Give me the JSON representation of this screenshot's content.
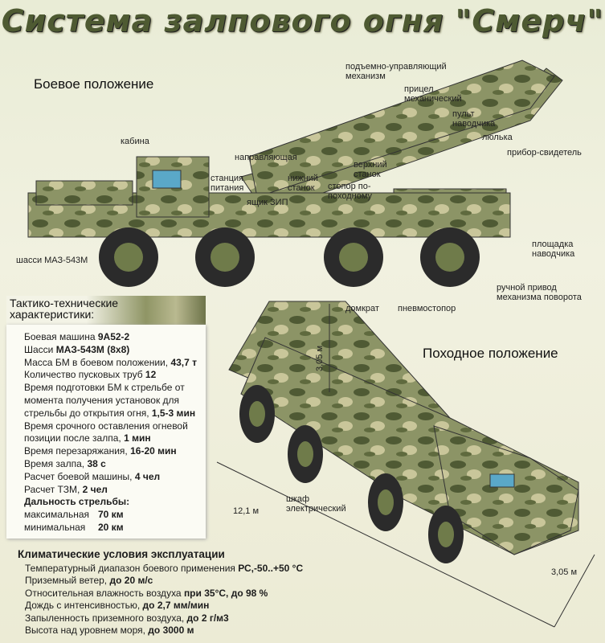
{
  "title": "Система залпового огня \"Смерч\"",
  "combat_position": "Боевое положение",
  "march_position": "Походное положение",
  "labels": {
    "cabin": "кабина",
    "guide": "направляющая",
    "power_station": "станция питания",
    "lower_mount": "нижний станок",
    "spare_box": "ящик ЗИП",
    "travel_lock": "стопор по-походному",
    "elevating": "подъемно-управляющий механизм",
    "sight": "прицел механический",
    "gunner_panel": "пульт наводчика",
    "cradle": "люлька",
    "witness": "прибор-свидетель",
    "upper_mount": "верхний станок",
    "gunner_platform": "площадка наводчика",
    "manual_drive": "ручной привод механизма поворота",
    "jack": "домкрат",
    "pneumatic_lock": "пневмостопор",
    "chassis": "шасси МАЗ-543М",
    "electric_cabinet": "шкаф электрический",
    "height": "3,05 м",
    "length": "12,1 м",
    "width": "3,05 м"
  },
  "specs": {
    "heading": "Тактико-технические характеристики:",
    "items": [
      {
        "label": "Боевая машина ",
        "value": "9А52-2"
      },
      {
        "label": "Шасси ",
        "value": "МАЗ-543М (8х8)"
      },
      {
        "label": "Масса БМ в боевом положении, ",
        "value": "43,7 т"
      },
      {
        "label": "Количество пусковых труб ",
        "value": "12"
      },
      {
        "label": "Время подготовки БМ к стрельбе от момента получения установок для стрельбы до открытия огня, ",
        "value": "1,5-3 мин"
      },
      {
        "label": "Время срочного оставления огневой позиции после залпа, ",
        "value": "1 мин"
      },
      {
        "label": "Время перезаряжания, ",
        "value": "16-20 мин"
      },
      {
        "label": "Время залпа, ",
        "value": "38 с"
      },
      {
        "label": "Расчет боевой машины, ",
        "value": "4 чел"
      },
      {
        "label": "Расчет ТЗМ, ",
        "value": "2 чел"
      }
    ],
    "range_heading": "Дальность стрельбы:",
    "range": [
      {
        "label": "максимальная",
        "value": "70 км"
      },
      {
        "label": "минимальная",
        "value": "20 км"
      }
    ]
  },
  "climate": {
    "heading": "Климатические условия эксплуатации",
    "items": [
      {
        "label": "Температурный диапазон боевого применения ",
        "value": "РС,-50..+50 °С"
      },
      {
        "label": "Приземный ветер, ",
        "value": "до 20 м/с"
      },
      {
        "label": "Относительная влажность воздуха ",
        "value": "при 35°С, до 98 %"
      },
      {
        "label": "Дождь с интенсивностью, ",
        "value": "до 2,7 мм/мин"
      },
      {
        "label": "Запыленность приземного воздуха, ",
        "value": "до 2 г/м3"
      },
      {
        "label": "Высота над уровнем моря, ",
        "value": "до 3000 м"
      }
    ]
  }
}
